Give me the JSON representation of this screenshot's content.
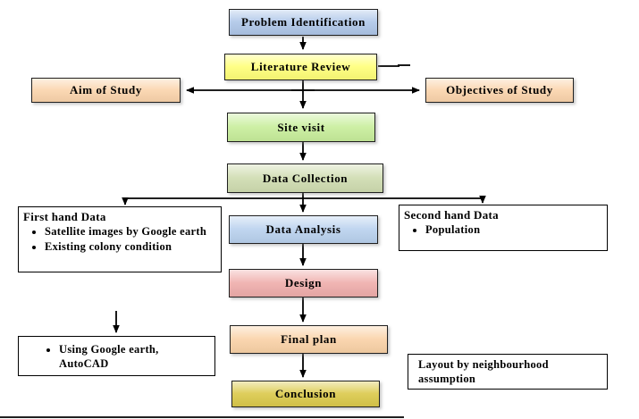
{
  "flowchart": {
    "nodes": {
      "problem_identification": {
        "label": "Problem Identification",
        "fill": "#aec6e8"
      },
      "literature_review": {
        "label": "Literature Review",
        "fill": "#ffff78"
      },
      "aim_of_study": {
        "label": "Aim of Study",
        "fill": "#fbd4ac"
      },
      "objectives_of_study": {
        "label": "Objectives of Study",
        "fill": "#fbd4ac"
      },
      "site_visit": {
        "label": "Site visit",
        "fill": "#c8ee9b"
      },
      "data_collection": {
        "label": "Data Collection",
        "fill": "#cfdcb0"
      },
      "data_analysis": {
        "label": "Data Analysis",
        "fill": "#b9d1ee"
      },
      "design": {
        "label": "Design",
        "fill": "#efadab"
      },
      "final_plan": {
        "label": "Final plan",
        "fill": "#fad2a7"
      },
      "conclusion": {
        "label": "Conclusion",
        "fill": "#dbc94a"
      }
    },
    "side_boxes": {
      "first_hand_data": {
        "title": "First hand Data",
        "bullets": [
          "Satellite images by Google earth",
          "Existing colony condition"
        ]
      },
      "second_hand_data": {
        "title": "Second hand Data",
        "bullets": [
          "Population"
        ]
      },
      "tools": {
        "bullets": [
          "Using Google earth, AutoCAD"
        ]
      },
      "layout_note": {
        "text": "Layout by neighbourhood assumption"
      }
    }
  }
}
